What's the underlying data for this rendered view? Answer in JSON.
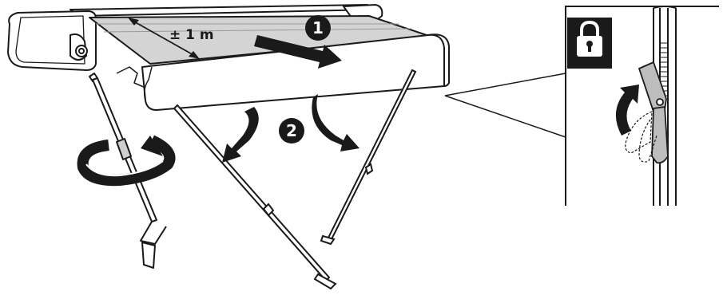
{
  "measurement": {
    "label": "± 1 m"
  },
  "steps": [
    {
      "number": "1"
    },
    {
      "number": "2"
    }
  ],
  "icons": {
    "lock": "lock-icon",
    "step1_arrow": "push-arrow-icon",
    "step2_arrows": "curved-down-arrow-icon",
    "crank_rotation": "rotation-arrow-icon",
    "lever_rotation": "curved-up-arrow-icon"
  },
  "colors": {
    "line": "#1a1a1a",
    "fill_light": "#ffffff",
    "fill_grey": "#cfcfcf",
    "fill_dark": "#2a2a2a",
    "lock_badge": "#1a1a1a"
  }
}
